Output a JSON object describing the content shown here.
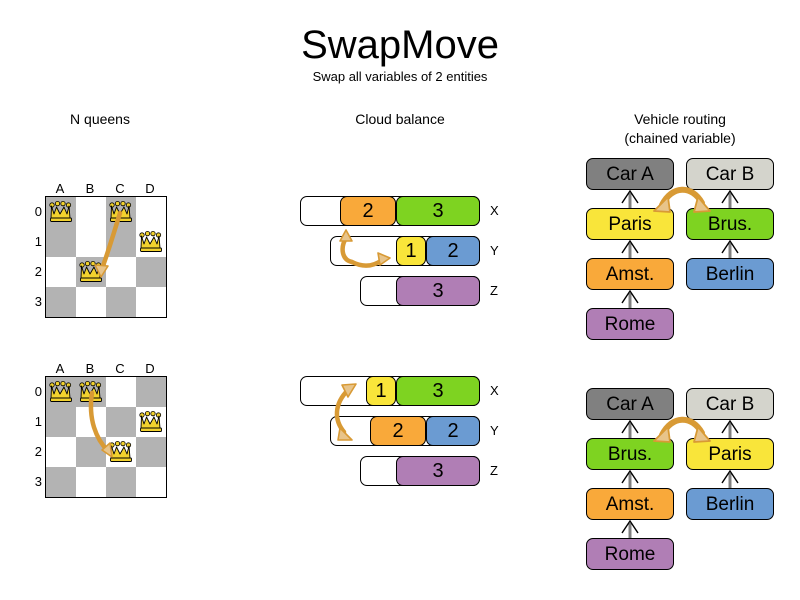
{
  "header": {
    "title": "SwapMove",
    "subtitle": "Swap all variables of 2 entities"
  },
  "columns": {
    "nqueens": "N queens",
    "cloud": "Cloud balance",
    "vrp_line1": "Vehicle routing",
    "vrp_line2": "(chained variable)"
  },
  "colors": {
    "orange": "#f9a93a",
    "green": "#7ed321",
    "green_alt": "#79d32a",
    "yellow": "#f9e53a",
    "blue": "#6b9bd2",
    "purple": "#b07eb5",
    "gray_dark": "#808080",
    "gray_light": "#d4d4cc",
    "board_dark": "#b3b3b3",
    "board_light": "#ffffff",
    "arrow_fill": "#e8c48a",
    "arrow_stroke": "#d89a35",
    "queen_gold": "#f2d22e",
    "chain_line": "#808080"
  },
  "nqueens": {
    "files": [
      "A",
      "B",
      "C",
      "D"
    ],
    "ranks": [
      "0",
      "1",
      "2",
      "3"
    ],
    "before": {
      "queens": [
        {
          "file": "A",
          "rank": "0"
        },
        {
          "file": "C",
          "rank": "0"
        },
        {
          "file": "D",
          "rank": "1"
        },
        {
          "file": "B",
          "rank": "2"
        }
      ],
      "move_arrow": {
        "from": "C0",
        "to": "B2"
      }
    },
    "after": {
      "queens": [
        {
          "file": "A",
          "rank": "0"
        },
        {
          "file": "B",
          "rank": "0"
        },
        {
          "file": "D",
          "rank": "1"
        },
        {
          "file": "C",
          "rank": "2"
        }
      ],
      "move_arrow": {
        "from": "B0",
        "to": "C2"
      }
    }
  },
  "cloud_balance": {
    "before": {
      "rows": [
        {
          "label": "X",
          "segments": [
            {
              "value": "2",
              "color": "#f9a93a",
              "name": "process-orange-2"
            },
            {
              "value": "3",
              "color": "#7ed321",
              "name": "process-green-3"
            }
          ]
        },
        {
          "label": "Y",
          "segments": [
            {
              "value": "1",
              "color": "#f9e53a",
              "name": "process-yellow-1"
            },
            {
              "value": "2",
              "color": "#6b9bd2",
              "name": "process-blue-2"
            }
          ]
        },
        {
          "label": "Z",
          "segments": [
            {
              "value": "3",
              "color": "#b07eb5",
              "name": "process-purple-3"
            }
          ]
        }
      ],
      "swap_arrow": "yellow-1 up to X, orange-2 down to Y"
    },
    "after": {
      "rows": [
        {
          "label": "X",
          "segments": [
            {
              "value": "1",
              "color": "#f9e53a",
              "name": "process-yellow-1"
            },
            {
              "value": "3",
              "color": "#7ed321",
              "name": "process-green-3"
            }
          ]
        },
        {
          "label": "Y",
          "segments": [
            {
              "value": "2",
              "color": "#f9a93a",
              "name": "process-orange-2"
            },
            {
              "value": "2",
              "color": "#6b9bd2",
              "name": "process-blue-2"
            }
          ]
        },
        {
          "label": "Z",
          "segments": [
            {
              "value": "3",
              "color": "#b07eb5",
              "name": "process-purple-3"
            }
          ]
        }
      ],
      "swap_arrow": "double-headed between X and Y"
    }
  },
  "vehicle_routing": {
    "before": {
      "vehicles": [
        {
          "label": "Car A",
          "color": "#808080"
        },
        {
          "label": "Car B",
          "color": "#d4d4cc"
        }
      ],
      "chain_a": [
        {
          "label": "Paris",
          "color": "#f9e53a"
        },
        {
          "label": "Amst.",
          "color": "#f9a93a"
        },
        {
          "label": "Rome",
          "color": "#b07eb5"
        }
      ],
      "chain_b": [
        {
          "label": "Brus.",
          "color": "#7ed321"
        },
        {
          "label": "Berlin",
          "color": "#6b9bd2"
        }
      ]
    },
    "after": {
      "vehicles": [
        {
          "label": "Car A",
          "color": "#808080"
        },
        {
          "label": "Car B",
          "color": "#d4d4cc"
        }
      ],
      "chain_a": [
        {
          "label": "Brus.",
          "color": "#7ed321"
        },
        {
          "label": "Amst.",
          "color": "#f9a93a"
        },
        {
          "label": "Rome",
          "color": "#b07eb5"
        }
      ],
      "chain_b": [
        {
          "label": "Paris",
          "color": "#f9e53a"
        },
        {
          "label": "Berlin",
          "color": "#6b9bd2"
        }
      ]
    }
  }
}
